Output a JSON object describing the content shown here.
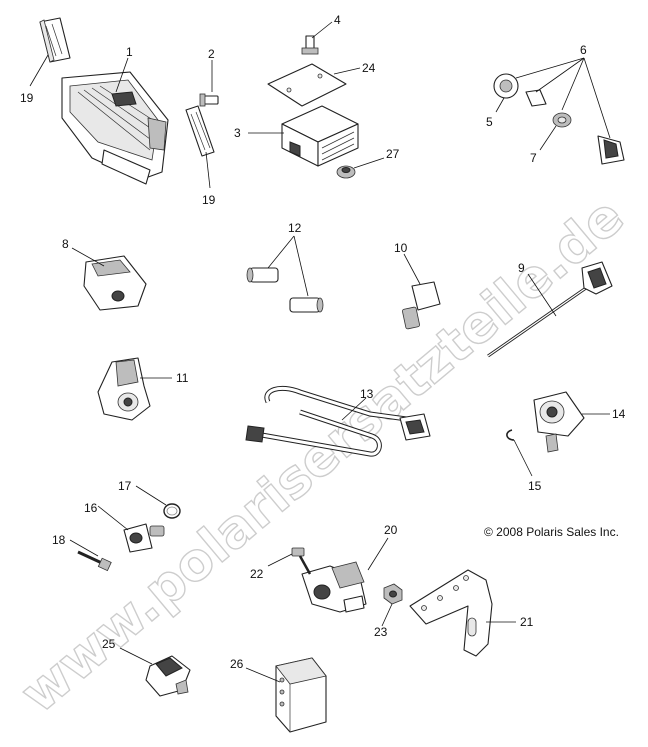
{
  "diagram": {
    "copyright": "© 2008 Polaris Sales Inc.",
    "watermark": "www.polarisersatzteile.de",
    "callouts": {
      "c1": "1",
      "c2": "2",
      "c3": "3",
      "c4": "4",
      "c5": "5",
      "c6": "6",
      "c7": "7",
      "c8": "8",
      "c9": "9",
      "c10": "10",
      "c11": "11",
      "c12": "12",
      "c13": "13",
      "c14": "14",
      "c15": "15",
      "c16": "16",
      "c17": "17",
      "c18": "18",
      "c19a": "19",
      "c19b": "19",
      "c20": "20",
      "c21": "21",
      "c22": "22",
      "c23": "23",
      "c24": "24",
      "c25": "25",
      "c26": "26",
      "c27": "27"
    }
  }
}
